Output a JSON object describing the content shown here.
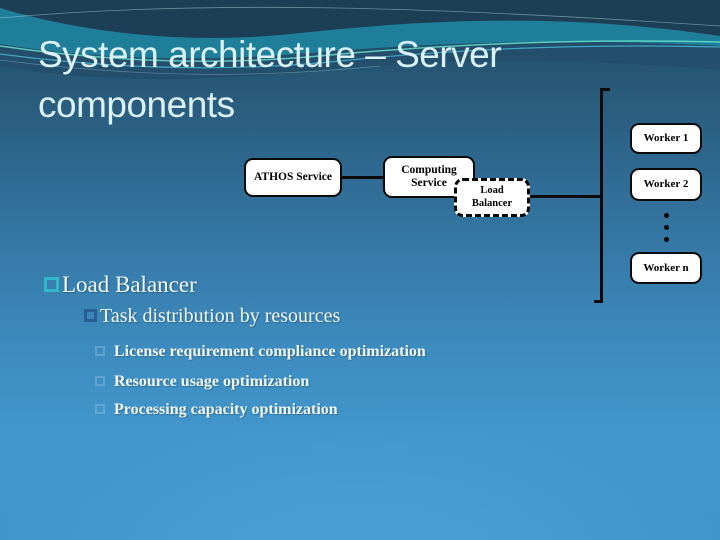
{
  "slide": {
    "title": {
      "full": "System architecture – Server components",
      "line1": "System architecture – Server",
      "line2": "components"
    }
  },
  "diagram": {
    "nodes": {
      "athos": {
        "label": "ATHOS Service"
      },
      "computing": {
        "label": "Computing Service"
      },
      "load_balancer": {
        "label": "Load Balancer",
        "style": "dashed-border"
      },
      "worker1": {
        "label": "Worker 1"
      },
      "worker2": {
        "label": "Worker 2"
      },
      "workern": {
        "label": "Worker n"
      }
    },
    "ellipsis_dots": 3,
    "connections": [
      "ATHOS Service - Computing Service",
      "Load Balancer - worker bracket"
    ]
  },
  "bullets": {
    "level1": "Load Balancer",
    "level2": "Task distribution by resources",
    "level3": [
      "License requirement compliance optimization",
      "Resource usage optimization",
      "Processing capacity optimization"
    ]
  },
  "colors": {
    "body_blue": "#4095cb",
    "top_teal": "#1f7f9a",
    "wave_navy": "#1c3f56",
    "accent_line_green": "#66dfc9",
    "accent_line_cyan": "#4ec3e0",
    "title_text": "#d9f1f7",
    "bullet1_accent": "#2fb9c9",
    "bullet2_accent": "#2a5f91",
    "node_fill": "#ffffff",
    "node_border": "#0a0a0a"
  }
}
